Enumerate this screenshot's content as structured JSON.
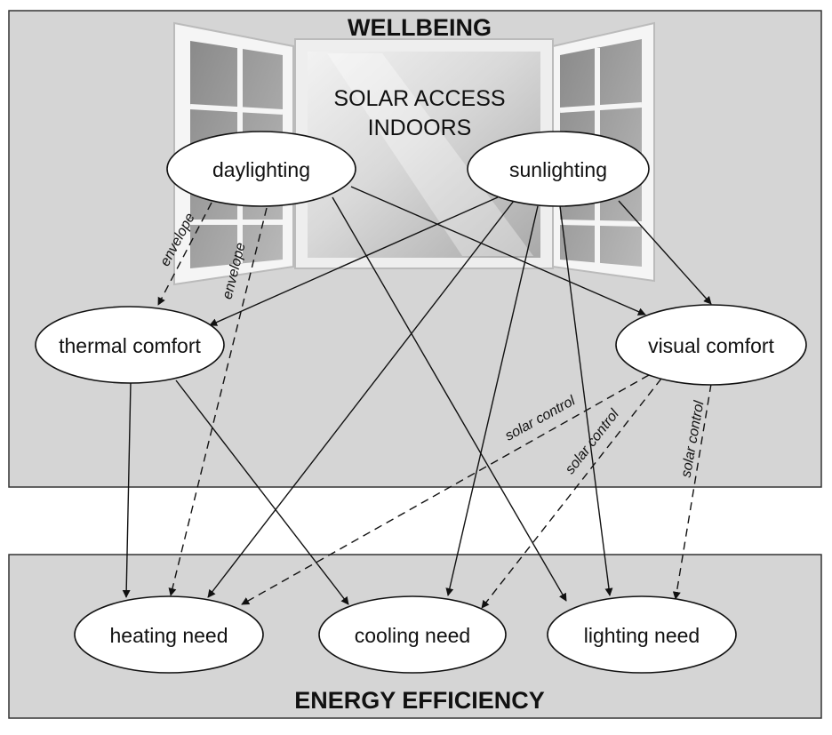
{
  "top_panel": {
    "title": "WELLBEING",
    "center_text": [
      "SOLAR ACCESS",
      "INDOORS"
    ]
  },
  "bottom_panel": {
    "title": "ENERGY EFFICIENCY"
  },
  "nodes": {
    "daylighting": "daylighting",
    "sunlighting": "sunlighting",
    "thermal_comfort": "thermal comfort",
    "visual_comfort": "visual comfort",
    "heating_need": "heating need",
    "cooling_need": "cooling need",
    "lighting_need": "lighting need"
  },
  "edge_labels": {
    "envelope_1": "envelope",
    "envelope_2": "envelope",
    "solar_control_1": "solar control",
    "solar_control_2": "solar control",
    "solar_control_3": "solar control"
  },
  "edges": [
    {
      "from": "daylighting",
      "to": "thermal_comfort",
      "style": "dashed"
    },
    {
      "from": "daylighting",
      "to": "heating_need",
      "style": "dashed"
    },
    {
      "from": "daylighting",
      "to": "visual_comfort",
      "style": "solid"
    },
    {
      "from": "daylighting",
      "to": "lighting_need",
      "style": "solid"
    },
    {
      "from": "sunlighting",
      "to": "thermal_comfort",
      "style": "solid"
    },
    {
      "from": "sunlighting",
      "to": "visual_comfort",
      "style": "solid"
    },
    {
      "from": "sunlighting",
      "to": "heating_need",
      "style": "solid"
    },
    {
      "from": "sunlighting",
      "to": "cooling_need",
      "style": "solid"
    },
    {
      "from": "sunlighting",
      "to": "lighting_need",
      "style": "solid"
    },
    {
      "from": "thermal_comfort",
      "to": "heating_need",
      "style": "solid"
    },
    {
      "from": "thermal_comfort",
      "to": "cooling_need",
      "style": "solid"
    },
    {
      "from": "visual_comfort",
      "to": "heating_need",
      "style": "dashed"
    },
    {
      "from": "visual_comfort",
      "to": "cooling_need",
      "style": "dashed"
    },
    {
      "from": "visual_comfort",
      "to": "lighting_need",
      "style": "dashed"
    }
  ]
}
